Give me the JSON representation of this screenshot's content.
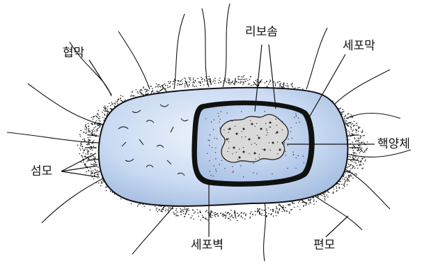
{
  "labels": {
    "capsule": "협막",
    "ribosome": "리보솜",
    "cell_membrane": "세포막",
    "nucleoid": "핵양체",
    "pili": "섬모",
    "cell_wall": "세포벽",
    "flagellum": "편모"
  },
  "colors": {
    "cytoplasm": "#c9daf2",
    "cytoplasm_light": "#e8f0fb",
    "membrane_fill": "#b7cceb",
    "nucleoid": "#d8d8d8",
    "outline": "#111111"
  }
}
